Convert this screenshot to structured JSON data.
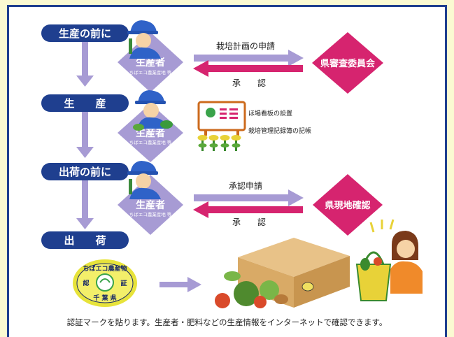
{
  "stages": [
    {
      "label": "生産の前に"
    },
    {
      "label": "生　　産"
    },
    {
      "label": "出荷の前に"
    },
    {
      "label": "出　　荷"
    }
  ],
  "producer": {
    "title": "生産者",
    "subtitle": "ちばエコ農業産地 等"
  },
  "flows": {
    "plan_request": "栽培計画の申請",
    "approval_1": "承　　認",
    "approval_request": "承認申請",
    "approval_2": "承　　認"
  },
  "committees": {
    "review": "県審査委員会",
    "field_check": "県現地確認"
  },
  "production_notes": {
    "signboard": "ほ場看板の設置",
    "record_book": "栽培管理記録簿の記帳"
  },
  "seal": {
    "top": "ちばエコ農産物",
    "left": "認",
    "right": "証",
    "bottom": "千 葉 県"
  },
  "footer": "認証マークを貼ります。生産者・肥料などの生産情報をインターネットで確認できます。",
  "colors": {
    "navy": "#1f3f8f",
    "lavender": "#a79bd4",
    "magenta": "#d6246f",
    "pale_yellow": "#fbfad2"
  }
}
